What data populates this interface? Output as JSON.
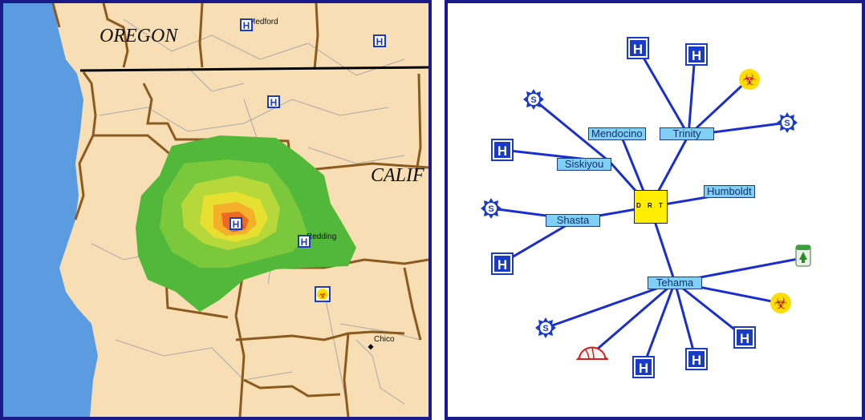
{
  "map": {
    "state_labels": {
      "oregon": "OREGON",
      "california": "CALIF"
    },
    "cities": {
      "medford": "Medford",
      "redding": "Redding",
      "chico": "Chico"
    },
    "colors": {
      "ocean": "#5b9be0",
      "land": "#f8deb4",
      "border": "#8b5a1e",
      "state_border": "#000000",
      "frame": "#1a1a8a"
    }
  },
  "network": {
    "center": {
      "label": "D R T",
      "color": "#ffee00"
    },
    "counties": {
      "mendocino": "Mendocino",
      "trinity": "Trinity",
      "siskiyou": "Siskiyou",
      "humboldt": "Humboldt",
      "shasta": "Shasta",
      "tehama": "Tehama"
    },
    "icon_glyphs": {
      "hospital": "H",
      "sheriff": "S",
      "biohazard": "☣"
    },
    "colors": {
      "line": "#1a2ed0",
      "county_fill": "#7fd0f4",
      "hospital": "#1a3ac8",
      "biohazard": "#ffdd00"
    }
  }
}
